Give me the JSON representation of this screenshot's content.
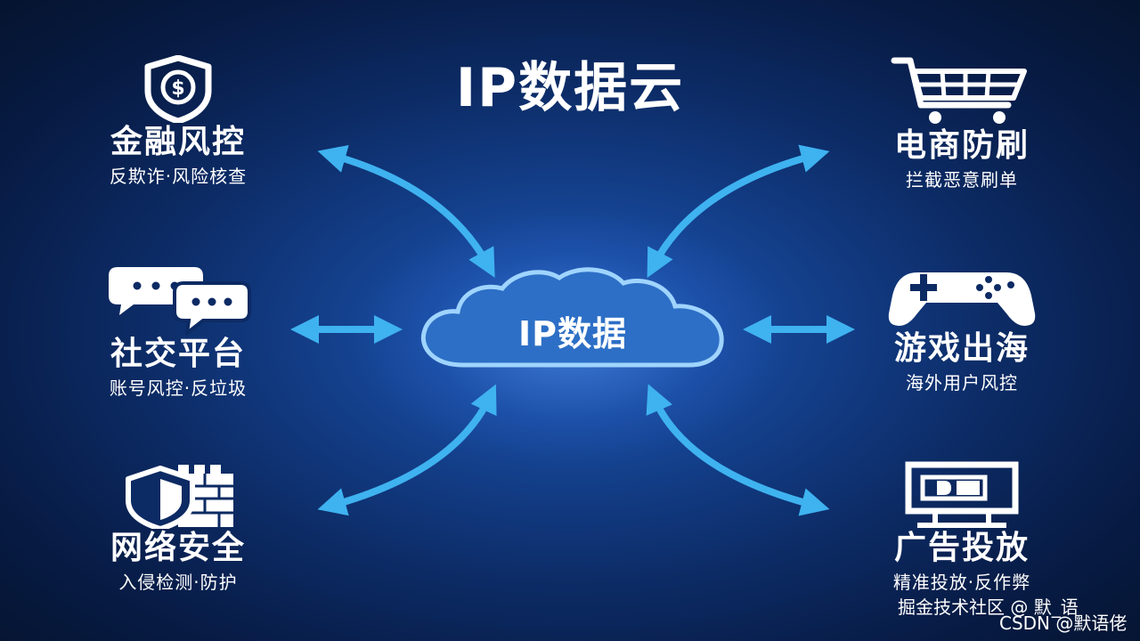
{
  "title": "IP数据云",
  "center": {
    "label": "IP数据"
  },
  "nodes": {
    "finance": {
      "label": "金融风控",
      "sub": "反欺诈·风险核查",
      "icon": "shield-dollar-icon"
    },
    "ecommerce": {
      "label": "电商防刷",
      "sub": "拦截恶意刷单",
      "icon": "shopping-cart-icon"
    },
    "social": {
      "label": "社交平台",
      "sub": "账号风控·反垃圾",
      "icon": "chat-bubbles-icon"
    },
    "gaming": {
      "label": "游戏出海",
      "sub": "海外用户风控",
      "icon": "gamepad-icon"
    },
    "security": {
      "label": "网络安全",
      "sub": "入侵检测·防护",
      "icon": "firewall-shield-icon"
    },
    "ads": {
      "label": "广告投放",
      "sub": "精准投放·反作弊",
      "icon": "billboard-icon"
    }
  },
  "watermark": {
    "line1": "掘金技术社区 @ 默_语",
    "line2": "CSDN @默语佬"
  },
  "colors": {
    "arrow": "#3fb2f0",
    "cloud_fill": "#2d6fc6",
    "cloud_stroke": "#9fd4ff",
    "background": "#0c2a63"
  }
}
